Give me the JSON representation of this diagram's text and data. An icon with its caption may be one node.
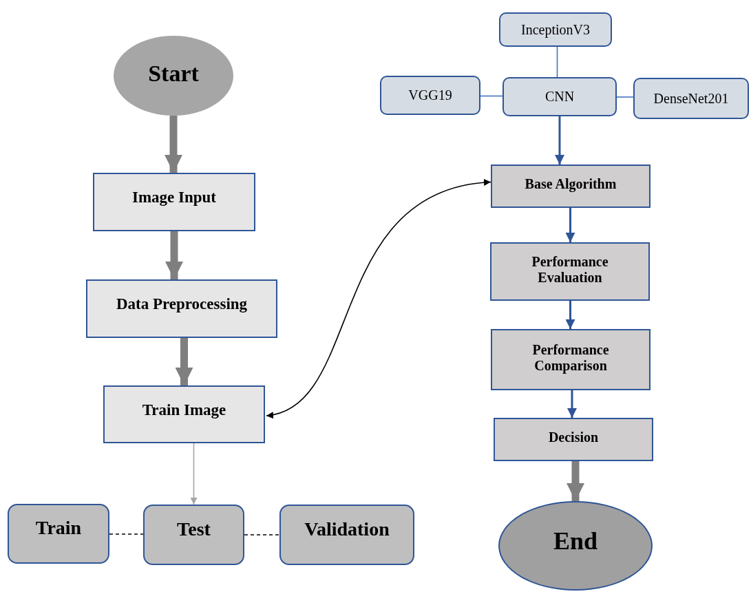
{
  "diagram": {
    "nodes": [
      {
        "text": [
          "Start"
        ]
      },
      {
        "text": [
          "Image Input"
        ]
      },
      {
        "text": [
          "Data Preprocessing"
        ]
      },
      {
        "text": [
          "Train Image"
        ]
      },
      {
        "text": [
          "Train"
        ]
      },
      {
        "text": [
          "Test"
        ]
      },
      {
        "text": [
          "Validation"
        ]
      },
      {
        "text": [
          "InceptionV3"
        ]
      },
      {
        "text": [
          "VGG19"
        ]
      },
      {
        "text": [
          "CNN"
        ]
      },
      {
        "text": [
          "DenseNet201"
        ]
      },
      {
        "text": [
          "Base Algorithm"
        ]
      },
      {
        "text": [
          "Performance Evaluation"
        ]
      },
      {
        "text": [
          "Performance Comparison"
        ]
      },
      {
        "text": [
          "Decision"
        ]
      },
      {
        "text": [
          "End"
        ]
      }
    ],
    "edges": [
      {
        "from": 0,
        "to": 1,
        "arrow": "to",
        "style": "thick",
        "color": "#7f7f7f"
      },
      {
        "from": 1,
        "to": 2,
        "arrow": "to",
        "style": "thick",
        "color": "#7f7f7f"
      },
      {
        "from": 2,
        "to": 3,
        "arrow": "to",
        "style": "thick",
        "color": "#7f7f7f"
      },
      {
        "from": 3,
        "to": 5,
        "arrow": "to",
        "color": "#a6a6a6"
      },
      {
        "from": 4,
        "to": 5,
        "arrow": "none",
        "style": "dashed",
        "color": "#000000"
      },
      {
        "from": 5,
        "to": 6,
        "arrow": "none",
        "style": "dashed",
        "color": "#000000"
      },
      {
        "from": 7,
        "to": 9,
        "arrow": "none",
        "color": "#4472c4"
      },
      {
        "from": 8,
        "to": 9,
        "arrow": "none",
        "color": "#4472c4"
      },
      {
        "from": 9,
        "to": 10,
        "arrow": "none",
        "color": "#4472c4"
      },
      {
        "from": 9,
        "to": 11,
        "arrow": "to",
        "color": "#2f5597"
      },
      {
        "from": 11,
        "to": 12,
        "arrow": "to",
        "color": "#2f5597"
      },
      {
        "from": 12,
        "to": 13,
        "arrow": "to",
        "color": "#2f5597"
      },
      {
        "from": 13,
        "to": 14,
        "arrow": "to",
        "color": "#2f5597"
      },
      {
        "from": 14,
        "to": 15,
        "arrow": "to",
        "style": "thick",
        "color": "#7f7f7f"
      },
      {
        "from": 3,
        "to": 11,
        "arrow": "both",
        "color": "#000000"
      }
    ]
  }
}
